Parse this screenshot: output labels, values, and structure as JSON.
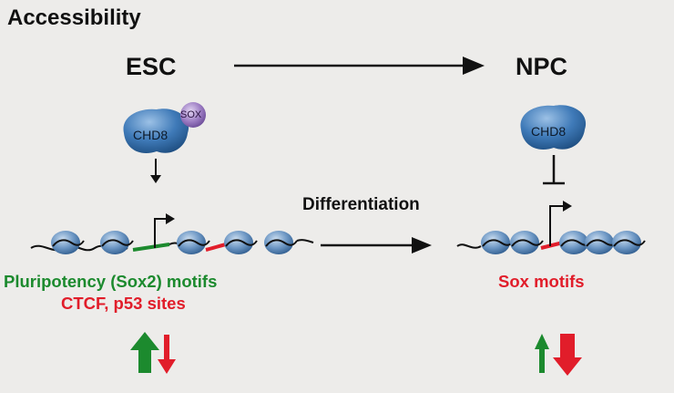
{
  "title": "Accessibility",
  "stages": {
    "left": "ESC",
    "right": "NPC"
  },
  "process_label": "Differentiation",
  "proteins": {
    "left_main": "CHD8",
    "left_partner": "SOX",
    "right_main": "CHD8"
  },
  "left_motifs": {
    "green": "Pluripotency (Sox2) motifs",
    "red": "CTCF, p53 sites"
  },
  "right_motifs": {
    "red": "Sox motifs"
  },
  "colors": {
    "background": "#edecea",
    "green": "#1c8a2e",
    "red": "#e11d2a",
    "nucleosome": "#5b86b5",
    "chd8": "#3d74ad",
    "sox": "#9b7bc2"
  },
  "change_arrows": {
    "left": [
      {
        "direction": "up",
        "color": "green",
        "emphasis": "large"
      },
      {
        "direction": "down",
        "color": "red",
        "emphasis": "small"
      }
    ],
    "right": [
      {
        "direction": "up",
        "color": "green",
        "emphasis": "small"
      },
      {
        "direction": "down",
        "color": "red",
        "emphasis": "large"
      }
    ]
  }
}
